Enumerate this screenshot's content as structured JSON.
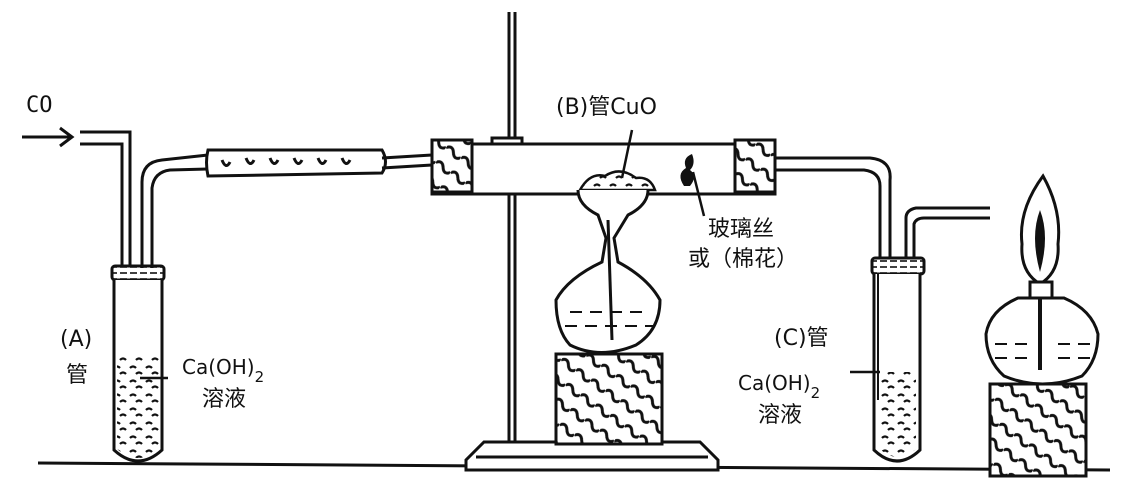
{
  "labels": {
    "gas_in": "CO",
    "tube_a_letter": "(A)",
    "tube_a_word": "管",
    "solution_a_formula": "Ca(OH)",
    "solution_a_subscript": "2",
    "solution_a_name": "溶液",
    "tube_b": "(B)管CuO",
    "glass_wool_line1": "玻璃丝",
    "glass_wool_line2": "或（棉花）",
    "tube_c": "(C)管",
    "solution_c_formula": "Ca(OH)",
    "solution_c_subscript": "2",
    "solution_c_name": "溶液"
  },
  "colors": {
    "ink": "#111111",
    "background": "#ffffff"
  }
}
